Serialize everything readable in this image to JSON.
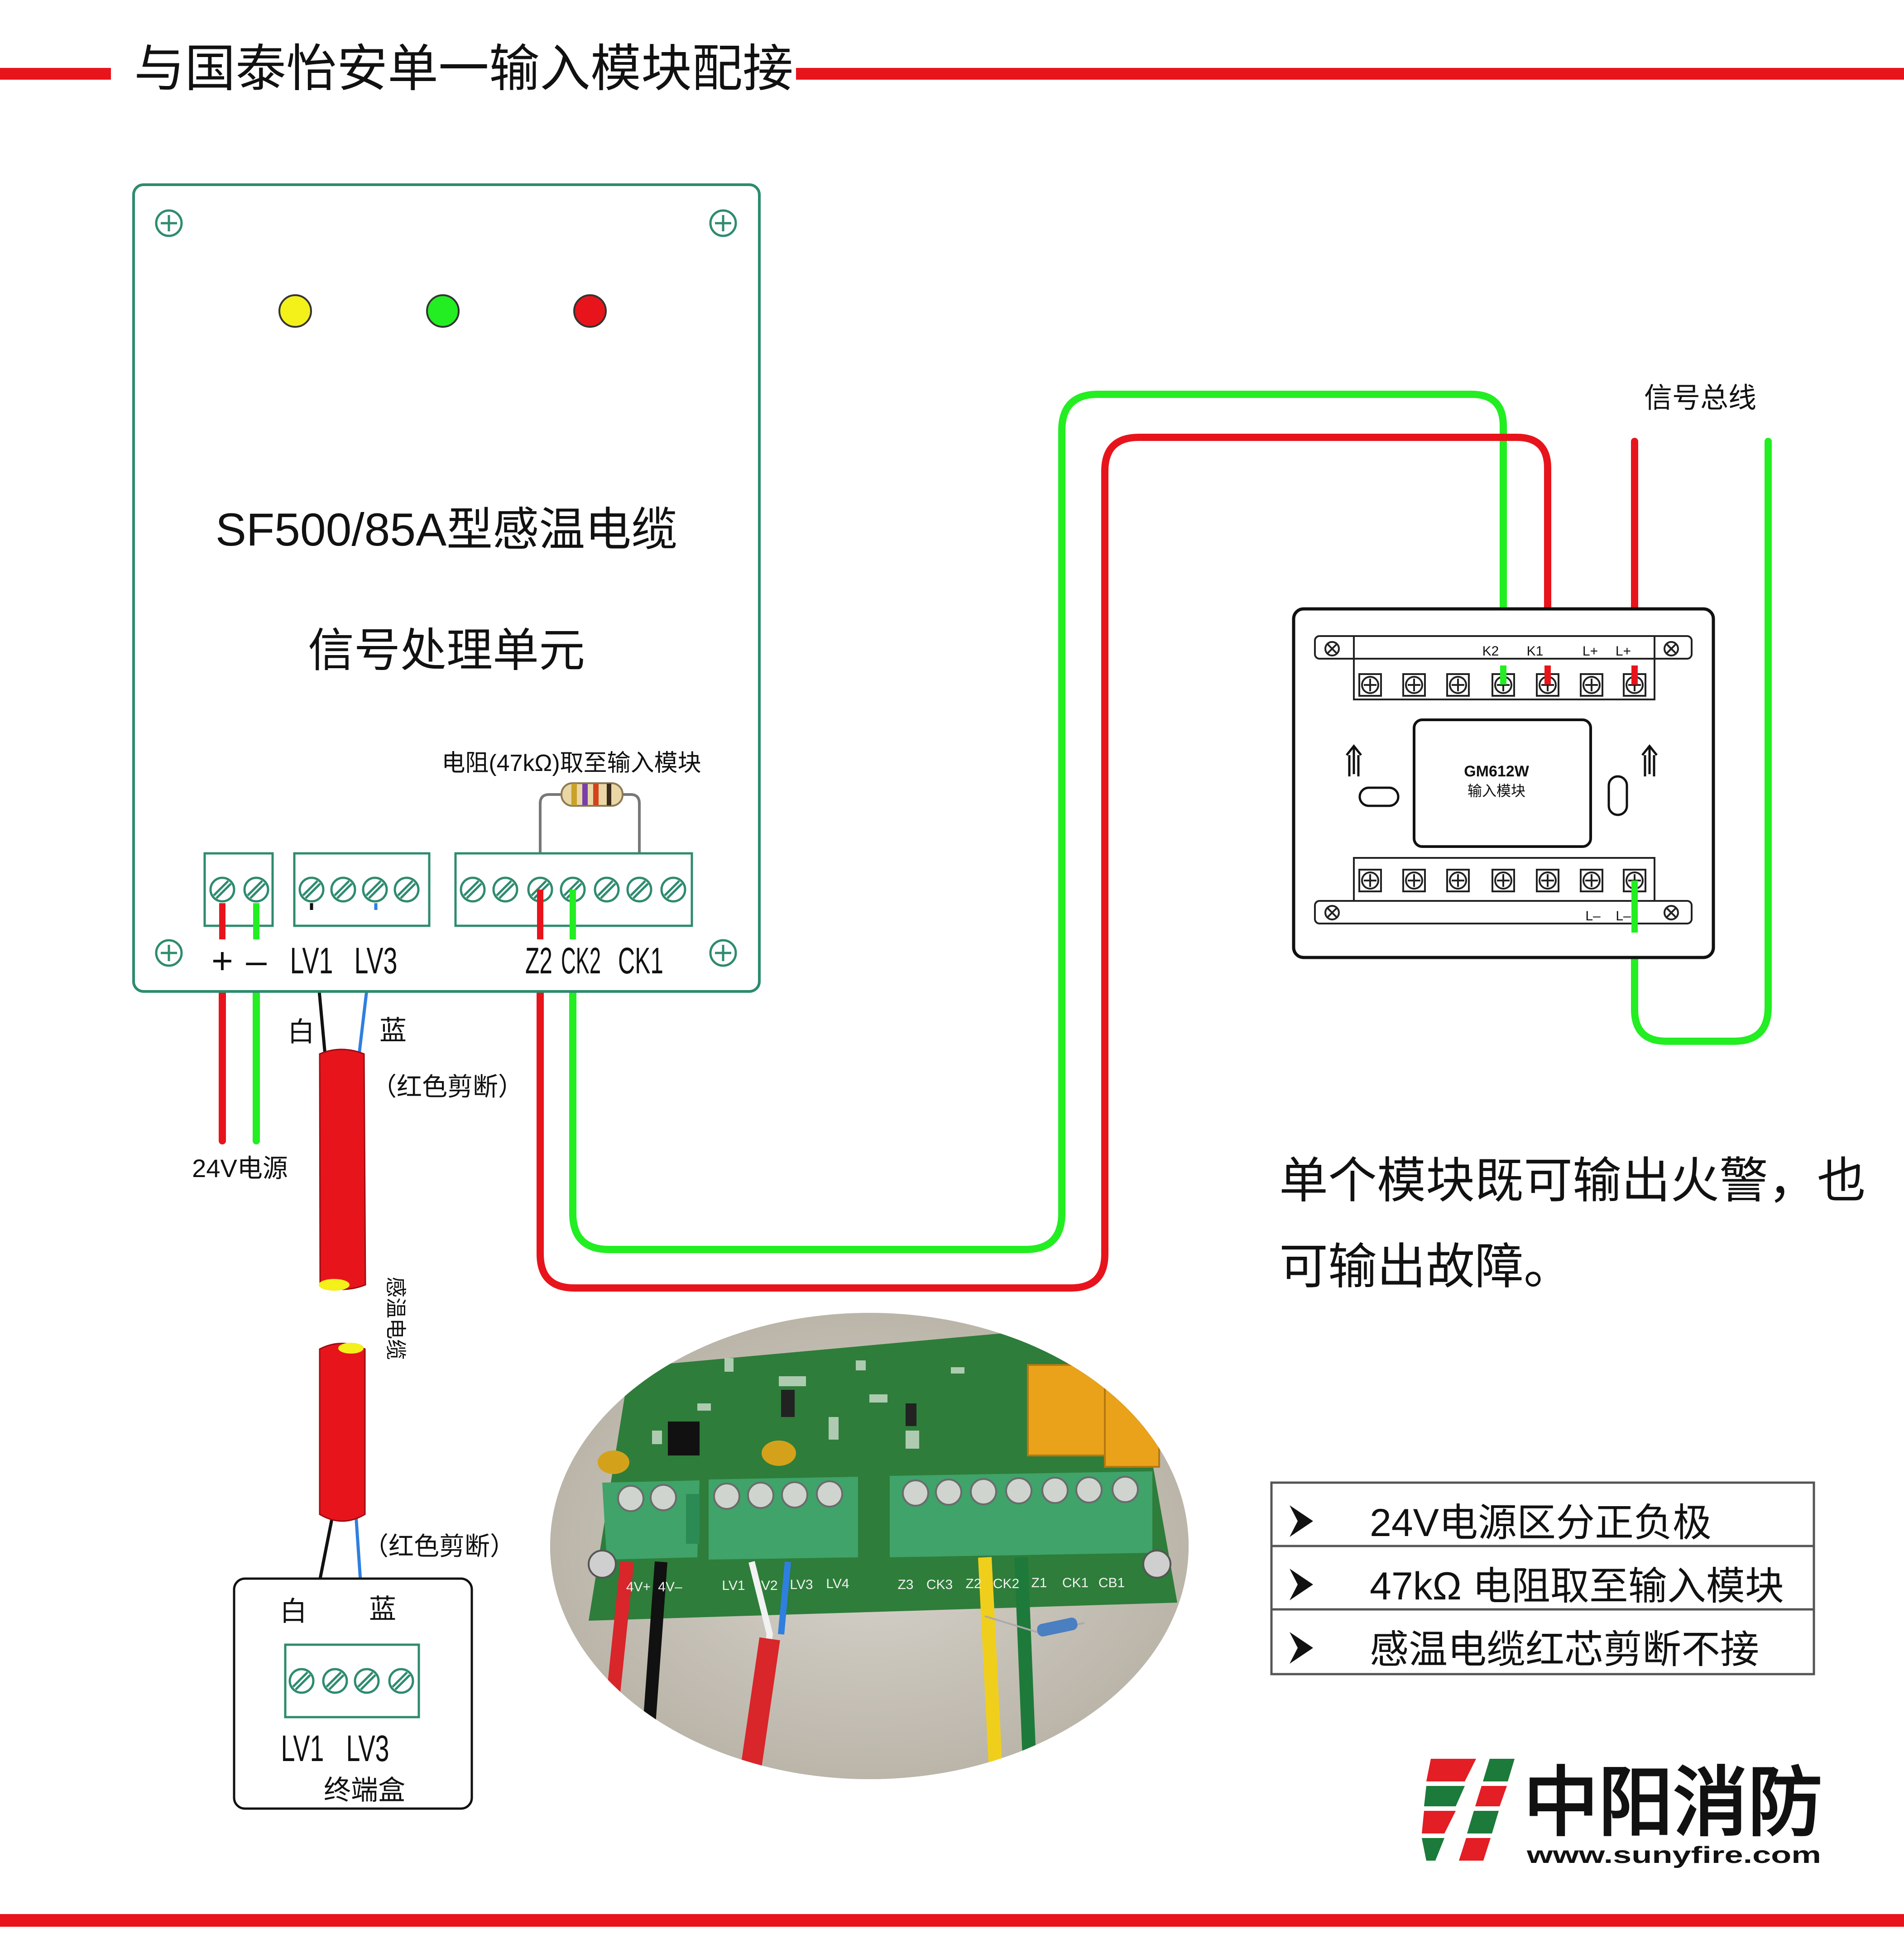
{
  "header": {
    "title": "与国泰怡安单一输入模块配接"
  },
  "unit": {
    "title": "SF500/85A型感温电缆",
    "subtitle": "信号处理单元",
    "resistor_note": "电阻(47kΩ)取至输入模块",
    "terminals": {
      "plus": "+",
      "minus": "–",
      "lv1": "LV1",
      "lv3": "LV3",
      "z2": "Z2",
      "ck2": "CK2",
      "ck1": "CK1"
    }
  },
  "power": {
    "label": "24V电源"
  },
  "cable": {
    "white": "白",
    "blue": "蓝",
    "cut_note": "（红色剪断）",
    "name": "感温电缆"
  },
  "end_box": {
    "label": "终端盒",
    "lv1": "LV1",
    "lv3": "LV3",
    "white": "白",
    "blue": "蓝",
    "cut_note": "（红色剪断）"
  },
  "bus": {
    "label": "信号总线"
  },
  "module": {
    "model": "GM612W",
    "name": "输入模块",
    "top_terms": {
      "k2": "K2",
      "k1": "K1",
      "lplus1": "L+",
      "lplus2": "L+"
    },
    "bottom_terms": {
      "lminus1": "L–",
      "lminus2": "L–"
    }
  },
  "description": {
    "line1": "单个模块既可输出火警，也",
    "line2": "可输出故障。"
  },
  "notes": [
    "24V电源区分正负极",
    "47kΩ 电阻取至输入模块",
    "感温电缆红芯剪断不接"
  ],
  "photo": {
    "labels": [
      "4V+",
      "4V–",
      "LV1",
      "LV2",
      "LV3",
      "LV4",
      "Z3",
      "CK3",
      "Z2",
      "CK2",
      "Z1",
      "CK1",
      "CB1"
    ]
  },
  "logo": {
    "name": "中阳消防",
    "url": "www.sunyfire.com"
  },
  "colors": {
    "accent_red": "#E8141C",
    "wire_green": "#22EE22",
    "box_green": "#2E8B6E",
    "pcb_green": "#2E7D3A",
    "logo_green": "#1C7A3A",
    "logo_red": "#E31E24"
  }
}
